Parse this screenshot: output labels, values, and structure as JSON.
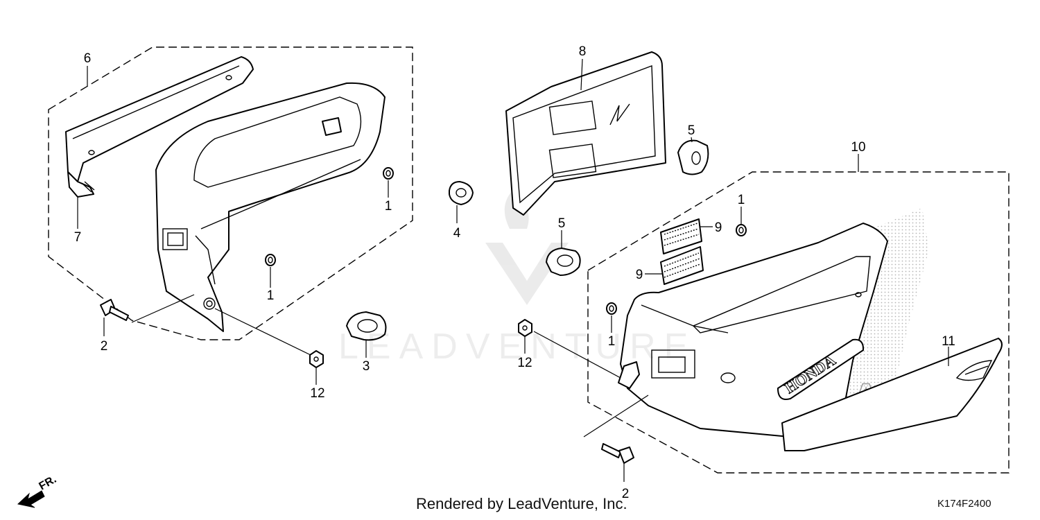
{
  "diagram": {
    "callouts": [
      {
        "id": "c6",
        "label": "6"
      },
      {
        "id": "c7",
        "label": "7"
      },
      {
        "id": "c1a",
        "label": "1"
      },
      {
        "id": "c1b",
        "label": "1"
      },
      {
        "id": "c2a",
        "label": "2"
      },
      {
        "id": "c12a",
        "label": "12"
      },
      {
        "id": "c3",
        "label": "3"
      },
      {
        "id": "c4",
        "label": "4"
      },
      {
        "id": "c8",
        "label": "8"
      },
      {
        "id": "c5a",
        "label": "5"
      },
      {
        "id": "c5b",
        "label": "5"
      },
      {
        "id": "c10",
        "label": "10"
      },
      {
        "id": "c1c",
        "label": "1"
      },
      {
        "id": "c9a",
        "label": "9"
      },
      {
        "id": "c9b",
        "label": "9"
      },
      {
        "id": "c1d",
        "label": "1"
      },
      {
        "id": "c12b",
        "label": "12"
      },
      {
        "id": "c11",
        "label": "11"
      },
      {
        "id": "c2b",
        "label": "2"
      }
    ],
    "front_indicator": "FR.",
    "cover_emblem": "HONDA",
    "ghost_lettering": "HONDA",
    "watermark": "LEADVENTURE",
    "credit": "Rendered by LeadVenture, Inc.",
    "figure_code": "K174F2400"
  }
}
